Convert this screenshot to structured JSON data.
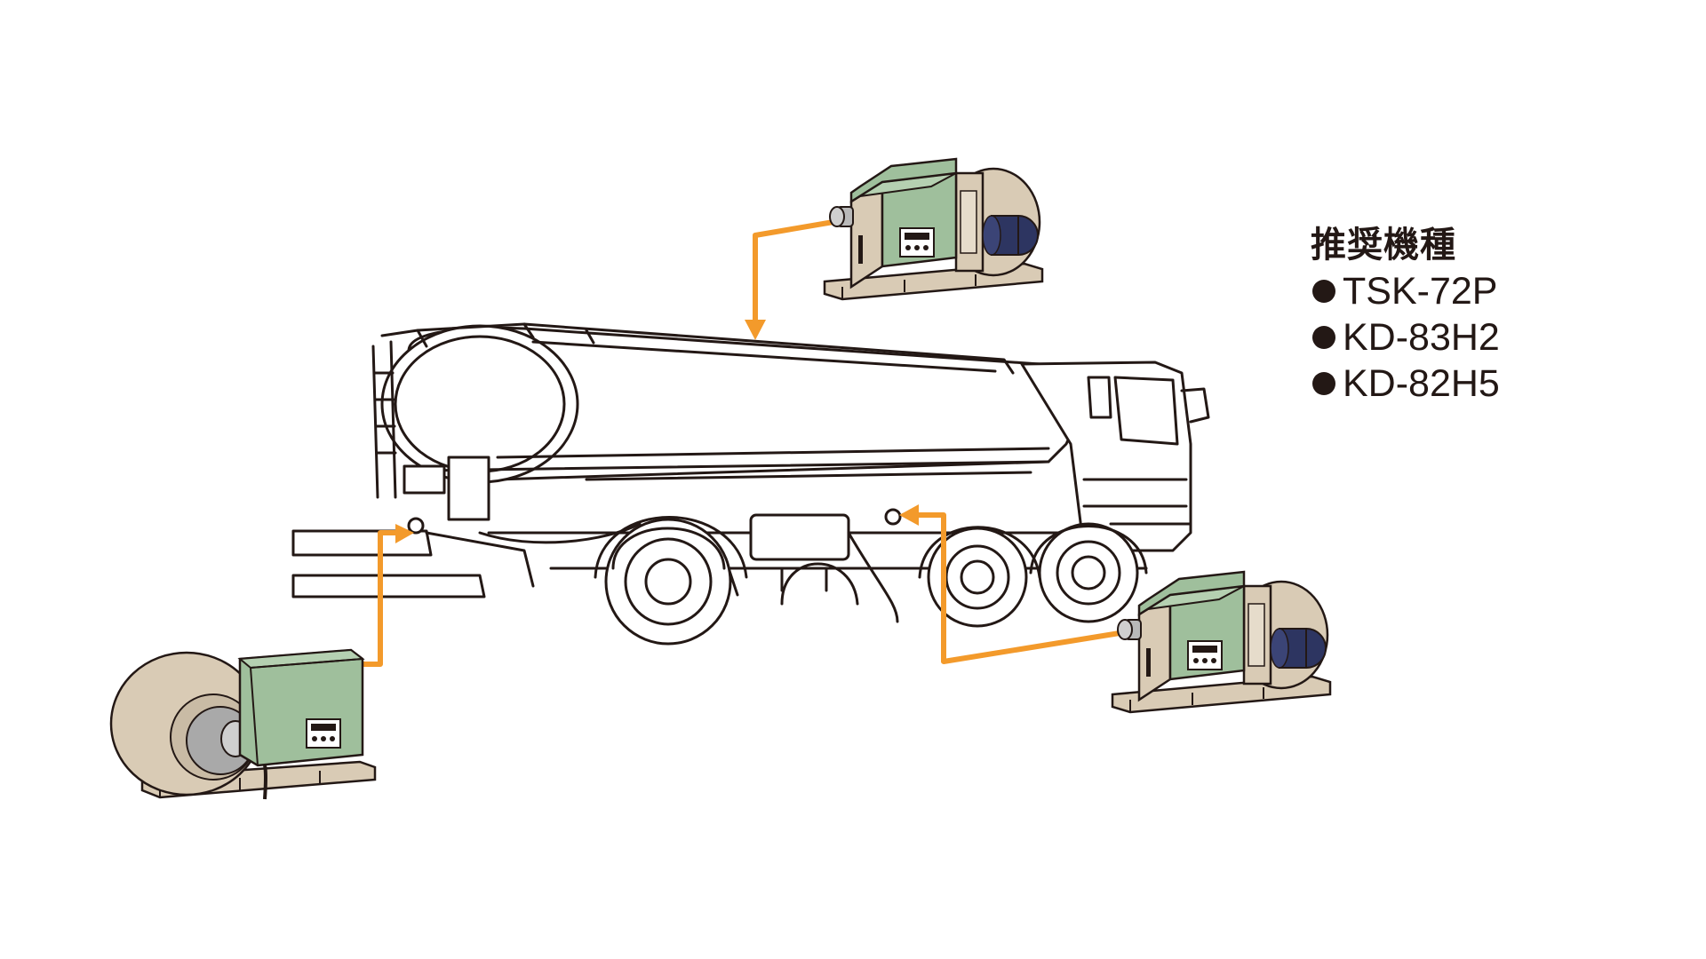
{
  "legend": {
    "title": "推奨機種",
    "items": [
      "TSK-72P",
      "KD-83H2",
      "KD-82H5"
    ]
  },
  "colors": {
    "arrow": "#f39a2b",
    "unit_green": "#9fbf9c",
    "unit_beige": "#d9cbb5",
    "outline": "#231815",
    "motor_blue": "#2d3561"
  },
  "icons": {
    "bullet": "filled-circle",
    "vehicle": "tanker-truck",
    "unit": "ventilation-blower-unit",
    "connector": "orange-arrow"
  }
}
